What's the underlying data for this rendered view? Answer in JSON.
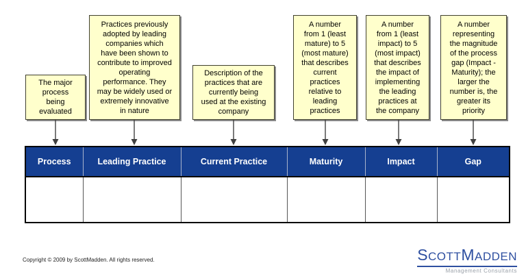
{
  "callouts": [
    {
      "id": "process",
      "text": "The major\nprocess\nbeing\nevaluated"
    },
    {
      "id": "leading-practice",
      "text": "Practices previously\nadopted by leading\ncompanies which\nhave been shown to\ncontribute to improved\noperating\nperformance.  They\nmay be widely used or\nextremely innovative\nin nature"
    },
    {
      "id": "current-practice",
      "text": "Description of the\npractices that are\ncurrently being\nused at the existing\ncompany"
    },
    {
      "id": "maturity",
      "text": "A number\nfrom 1 (least\nmature) to 5\n(most mature)\nthat describes\ncurrent\npractices\nrelative to\nleading\npractices"
    },
    {
      "id": "impact",
      "text": "A number\nfrom 1 (least\nimpact) to 5\n(most impact)\nthat describes\nthe impact of\nimplementing\nthe leading\npractices at\nthe company"
    },
    {
      "id": "gap",
      "text": "A number\nrepresenting\nthe magnitude\nof the process\ngap (Impact -\nMaturity); the\nlarger the\nnumber is, the\ngreater its\npriority"
    }
  ],
  "table": {
    "headers": [
      "Process",
      "Leading Practice",
      "Current Practice",
      "Maturity",
      "Impact",
      "Gap"
    ],
    "body_row": [
      "",
      "",
      "",
      "",
      "",
      ""
    ]
  },
  "footer": {
    "copyright": "Copyright © 2009 by ScottMadden.  All rights reserved."
  },
  "logo": {
    "part1_initial": "S",
    "part1_rest": "COTT",
    "part2_initial": "M",
    "part2_rest": "ADDEN",
    "tagline": "Management Consultants"
  },
  "colors": {
    "slide_bg": "#FFFFFF",
    "header_blue": "#153F91",
    "callout_fill": "#FFFFCC",
    "callout_border": "#3F3F2E",
    "arrow": "#404040",
    "logo_blue": "#2E4FA0",
    "tagline_gray": "#9AA0A8",
    "text": "#000000"
  }
}
